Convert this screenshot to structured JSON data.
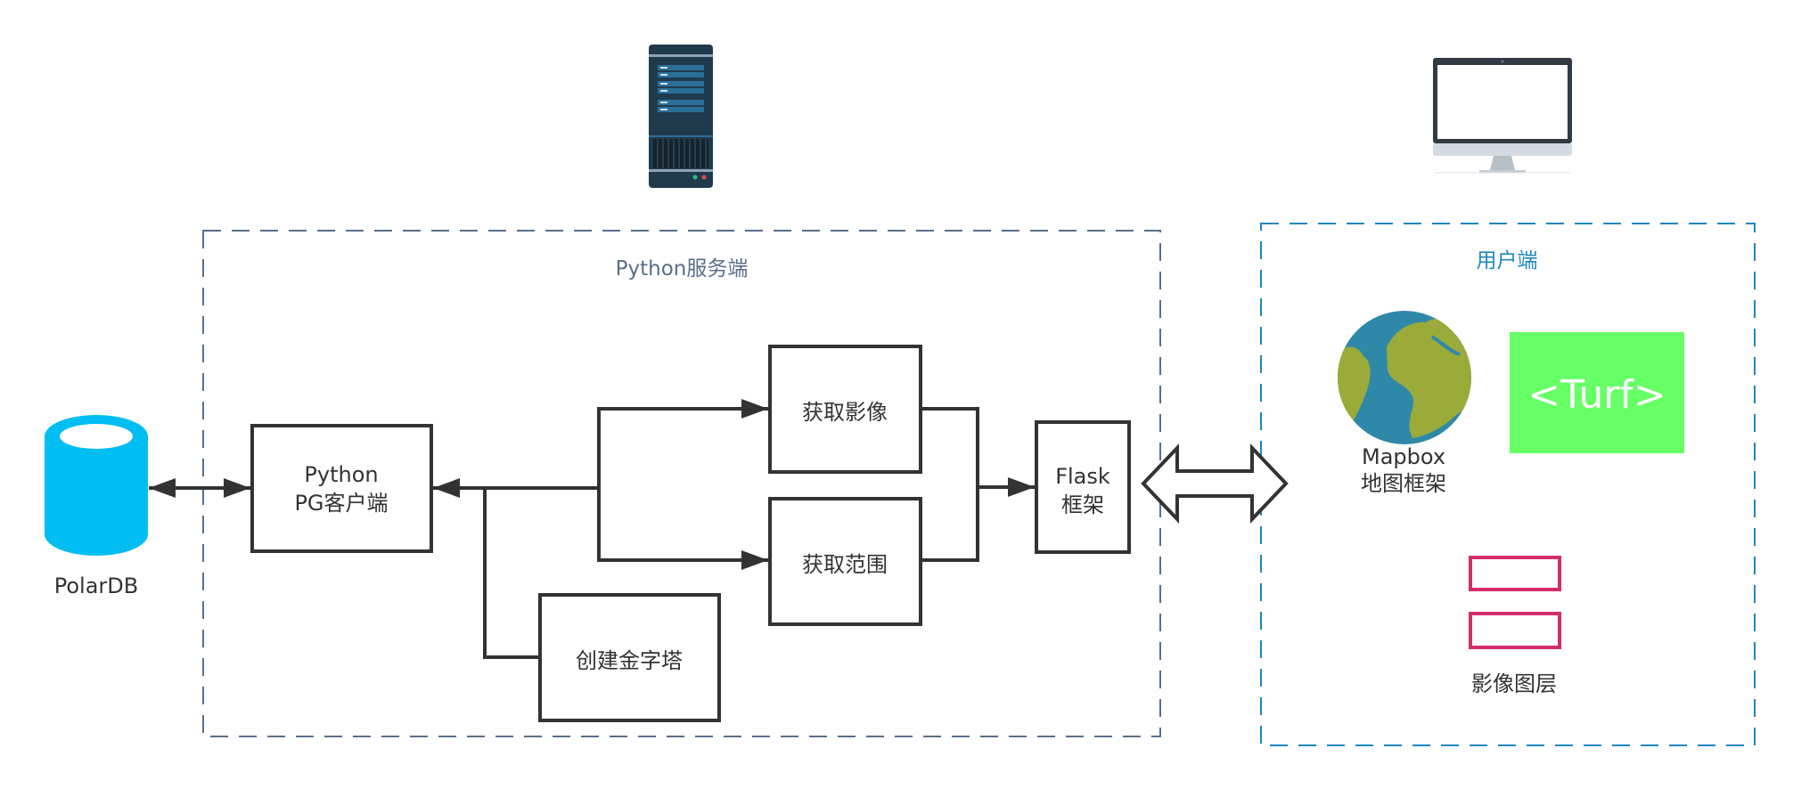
{
  "diagram": {
    "title": "PolarDB Python server and client architecture",
    "colors": {
      "server_group_border": "#5a6e88",
      "server_group_title": "#5a6e88",
      "client_group_border": "#1f86bf",
      "client_group_title": "#1f86bf",
      "box_stroke": "#333333",
      "text": "#333333",
      "database": "#00bef2",
      "turf_bg": "#66ff66",
      "turf_text": "#ffffff",
      "layer_icon": "#d42c6a",
      "globe_ocean": "#2f88a8",
      "globe_land": "#9aab3a"
    },
    "groups": {
      "server": {
        "title": "Python服务端"
      },
      "client": {
        "title": "用户端"
      }
    },
    "icons": {
      "server": "server-tower-icon",
      "client": "desktop-monitor-icon",
      "database": "database-cylinder-icon",
      "globe": "globe-icon",
      "layers": "layer-stack-icon"
    },
    "nodes": {
      "database": {
        "label": "PolarDB"
      },
      "pg_client": {
        "line1": "Python",
        "line2": "PG客户端"
      },
      "get_image": {
        "label": "获取影像"
      },
      "get_extent": {
        "label": "获取范围"
      },
      "create_pyramid": {
        "label": "创建金字塔"
      },
      "flask": {
        "line1": "Flask",
        "line2": "框架"
      },
      "mapbox": {
        "line1": "Mapbox",
        "line2": "地图框架"
      },
      "turf": {
        "label": "<Turf>"
      },
      "image_layer": {
        "label": "影像图层"
      }
    },
    "edges": [
      {
        "from": "database",
        "to": "pg_client",
        "type": "bidirectional"
      },
      {
        "from": "pg_client",
        "to": "get_image",
        "type": "directed"
      },
      {
        "from": "pg_client",
        "to": "get_extent",
        "type": "directed"
      },
      {
        "from": "create_pyramid",
        "to": "pg_client",
        "type": "directed"
      },
      {
        "from": "get_image",
        "to": "flask",
        "type": "directed"
      },
      {
        "from": "get_extent",
        "to": "flask",
        "type": "directed"
      },
      {
        "from": "flask",
        "to": "client",
        "type": "bidirectional-block"
      }
    ]
  }
}
